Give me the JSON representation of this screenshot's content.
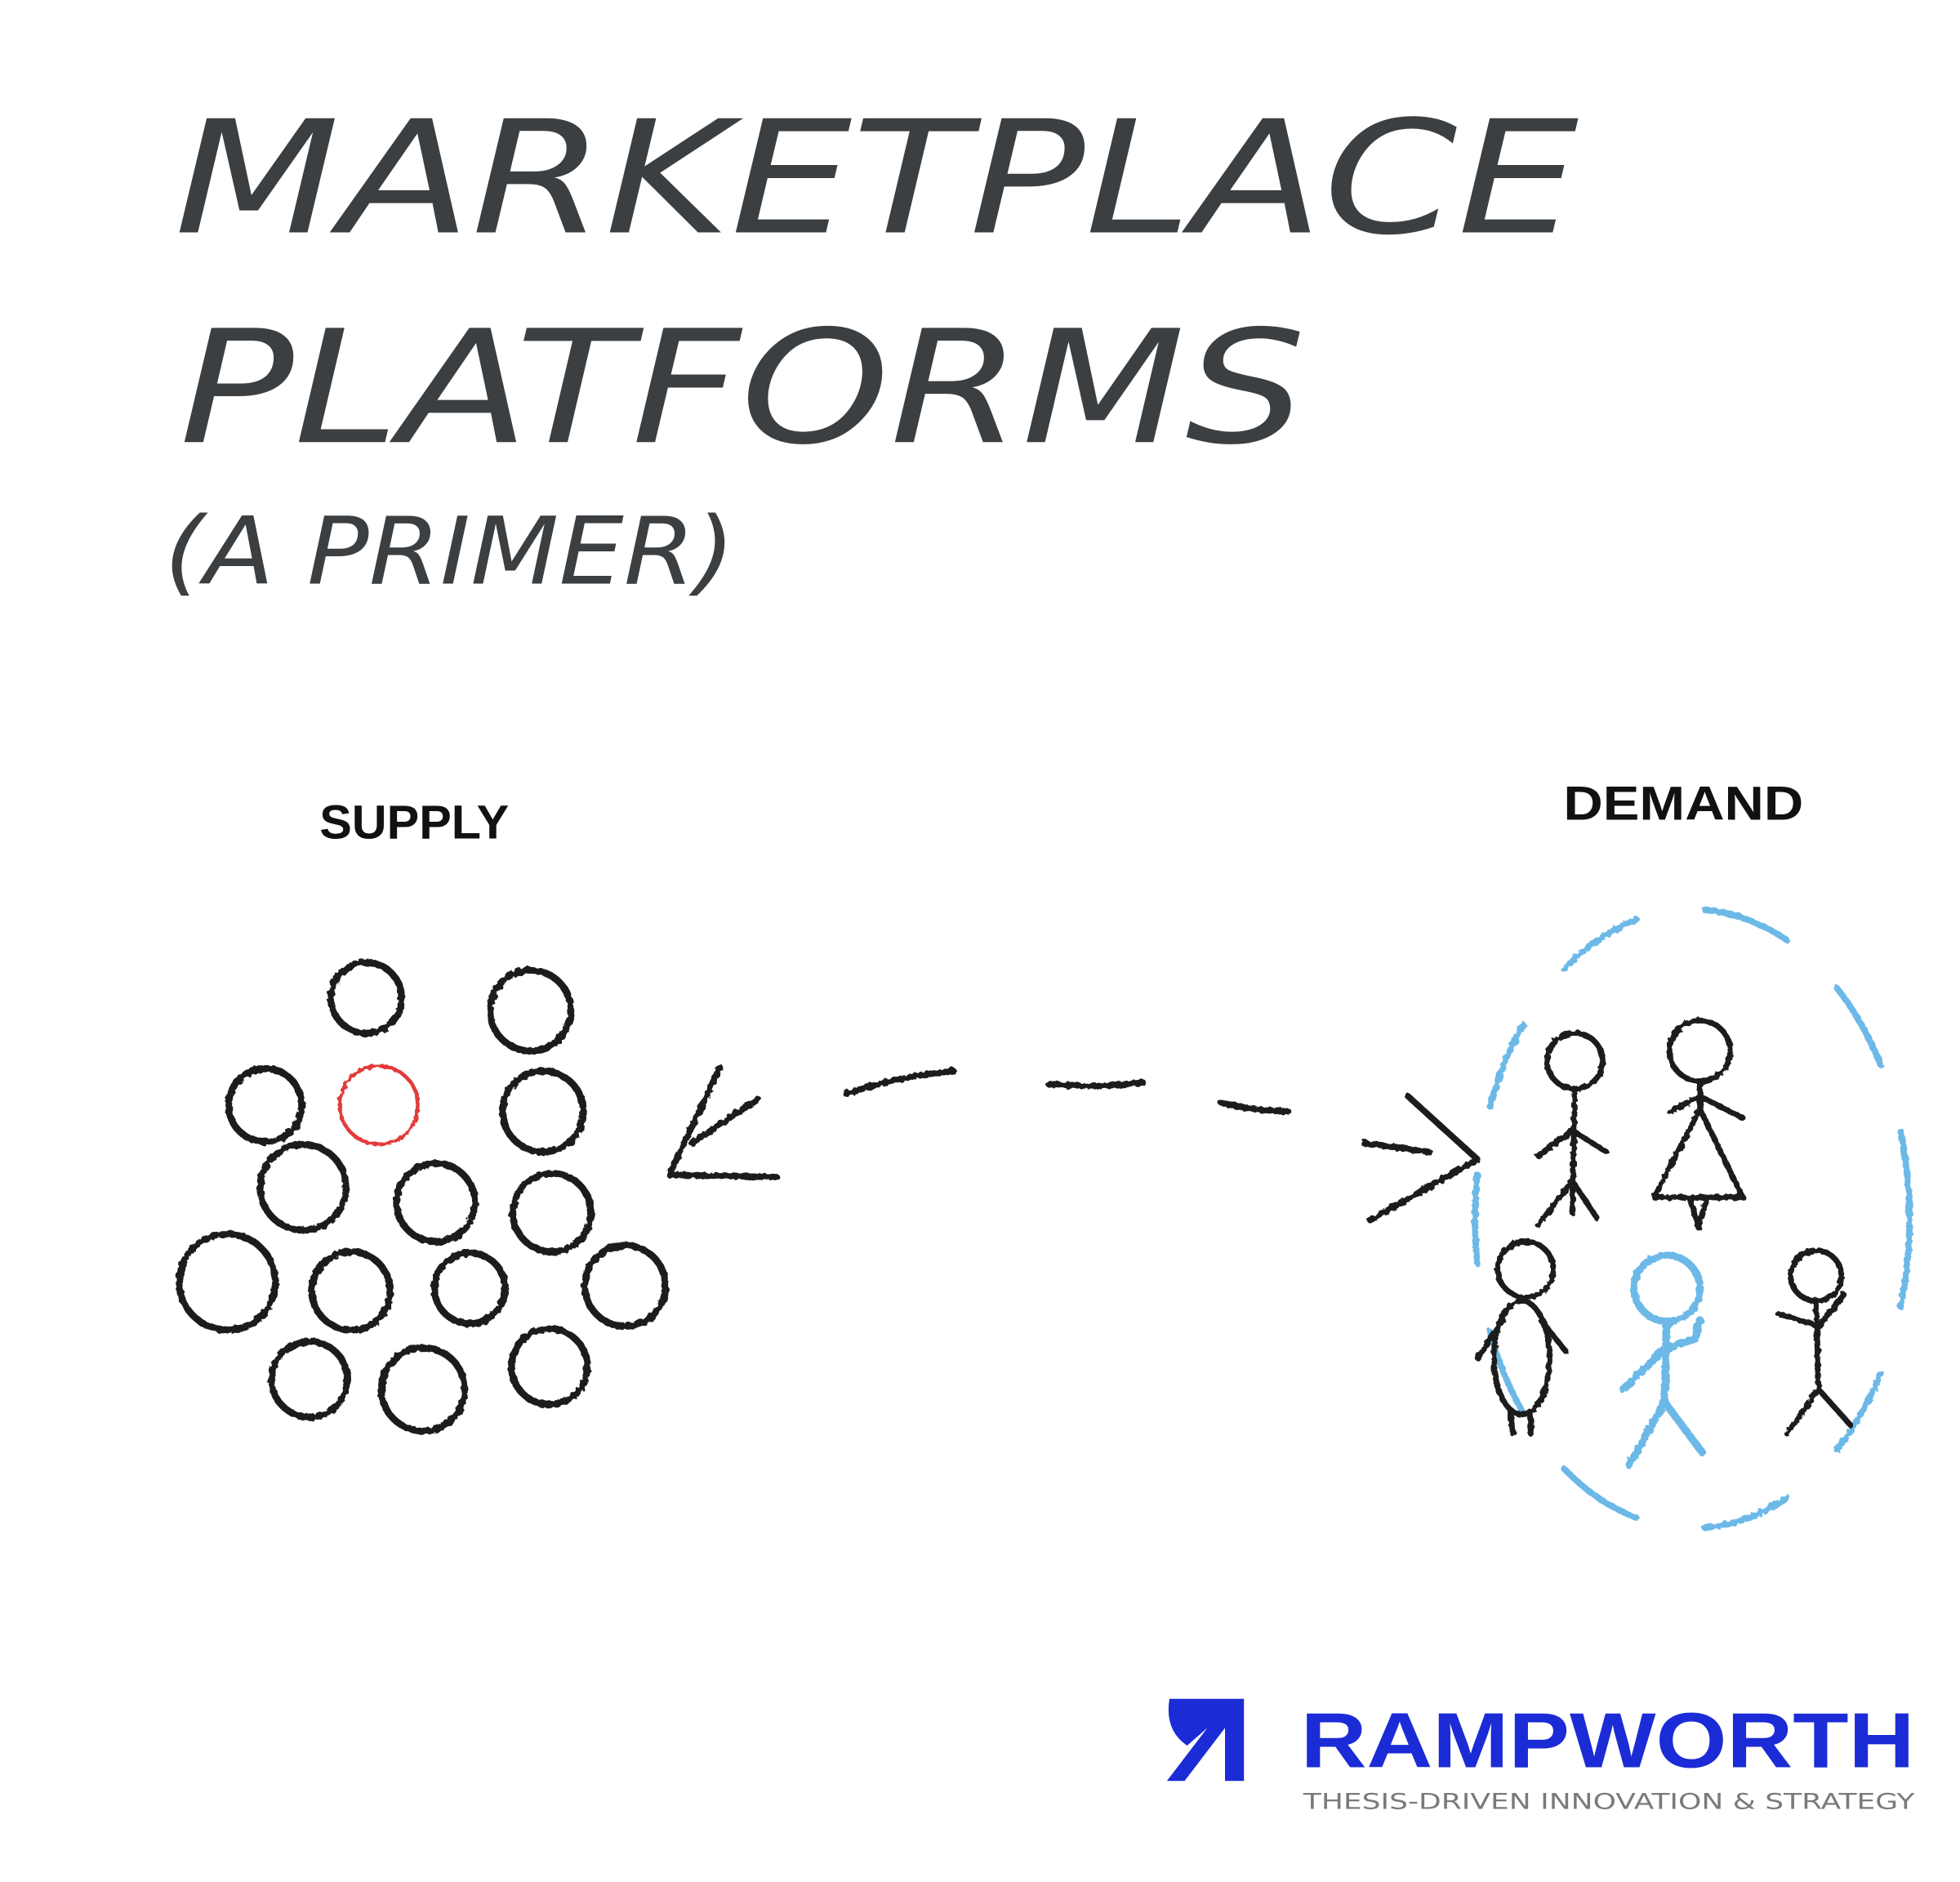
{
  "title": {
    "line1": "MARKETPLACE",
    "line2": "PLATFORMS",
    "subtitle": "(A PRIMER)"
  },
  "supply": {
    "label": "SUPPLY",
    "highlight_color": "#e23b3b"
  },
  "demand": {
    "label": "DEMAND",
    "circle_color": "#6cb9e8"
  },
  "logo": {
    "name": "RAMPWORTH",
    "tagline": "THESIS-DRIVEN INNOVATION & STRATEGY",
    "color": "#1b2bd6"
  }
}
